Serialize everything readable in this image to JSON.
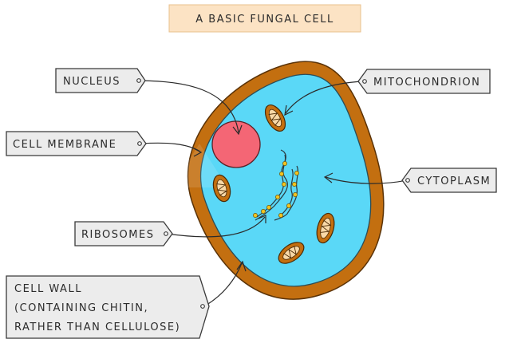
{
  "title": "A BASIC FUNGAL CELL",
  "labels": {
    "nucleus": "NUCLEUS",
    "cell_membrane": "CELL MEMBRANE",
    "ribosomes": "RIBOSOMES",
    "cell_wall_line1": "CELL WALL",
    "cell_wall_line2": "(CONTAINING CHITIN,",
    "cell_wall_line3": "RATHER THAN CELLULOSE)",
    "mitochondrion": "MITOCHONDRION",
    "cytoplasm": "CYTOPLASM"
  },
  "colors": {
    "title_bg": "#fce3c4",
    "cell_wall": "#c36f10",
    "cytoplasm": "#5ad8f7",
    "nucleus": "#f46675",
    "mitochondrion": "#c36f10",
    "mito_inner": "#f9d9a8",
    "ribosome": "#f2c21f",
    "label_bg": "#ececec",
    "outline": "#3a3a3a"
  }
}
